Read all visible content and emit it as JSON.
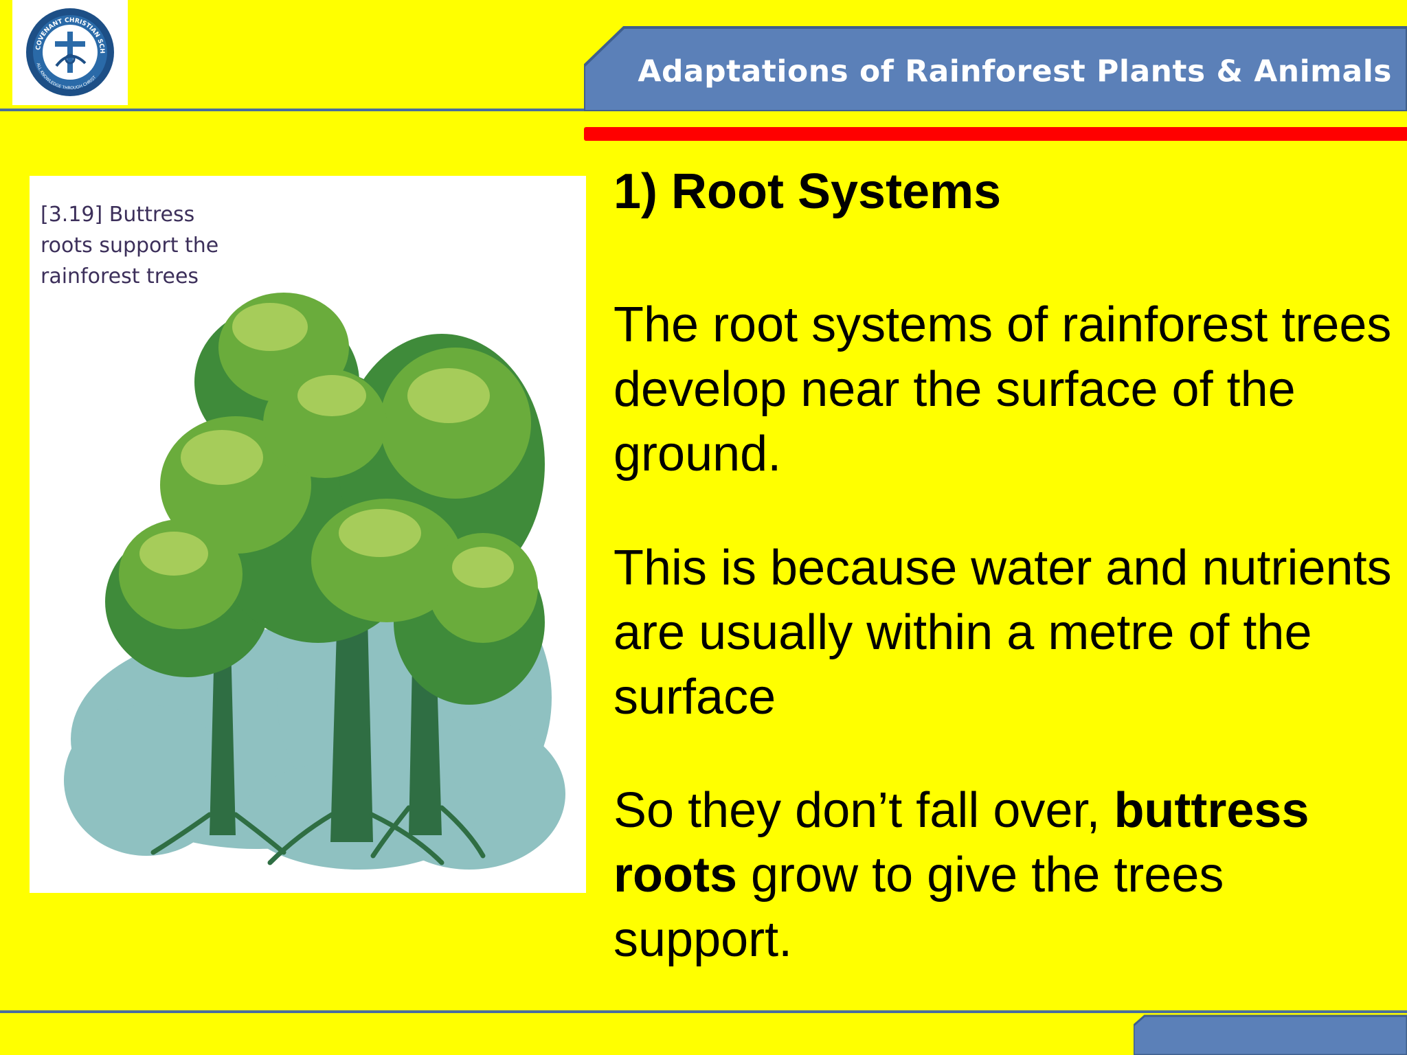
{
  "header": {
    "title": "Adaptations of Rainforest Plants & Animals",
    "logo_text": "COVENANT CHRISTIAN SCHOOL",
    "logo_motto": "ALL KNOWLEDGE THROUGH CHRIST",
    "logo_icon": "school-crest-icon"
  },
  "figure": {
    "caption": "[3.19] Buttress roots support the rainforest trees",
    "image": "rainforest-trees-illustration"
  },
  "content": {
    "heading": "1) Root Systems",
    "paragraph_1": "The root systems of rainforest trees develop near the surface of the ground.",
    "paragraph_2": "This is because water and nutrients are usually within a metre of the surface",
    "paragraph_3_before": "So they don’t fall over, ",
    "paragraph_3_bold": "buttress roots",
    "paragraph_3_after": " grow to give the trees support."
  },
  "colors": {
    "background": "#ffff00",
    "title_tab": "#5b80b8",
    "accent_red": "#ff0000",
    "rule": "#4a6f9c"
  }
}
